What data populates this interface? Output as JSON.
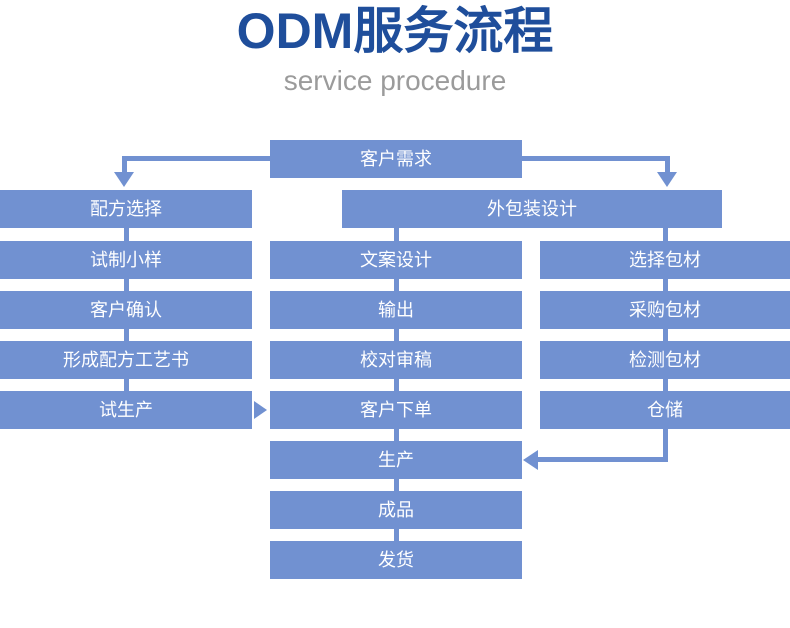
{
  "header": {
    "title": "ODM服务流程",
    "subtitle": "service procedure",
    "title_color": "#1F4E9B",
    "subtitle_color": "#9B9B9B"
  },
  "theme": {
    "box_fill": "#7191D1",
    "box_text": "#FFFFFF",
    "connector": "#7191D1",
    "background": "#FFFFFF"
  },
  "flow": {
    "root": {
      "label": "客户需求"
    },
    "columns": {
      "left": {
        "head": {
          "label": "配方选择"
        },
        "steps": [
          {
            "label": "试制小样"
          },
          {
            "label": "客户确认"
          },
          {
            "label": "形成配方工艺书"
          },
          {
            "label": "试生产"
          }
        ]
      },
      "middle": {
        "head": {
          "label": "外包装设计"
        },
        "steps": [
          {
            "label": "文案设计"
          },
          {
            "label": "输出"
          },
          {
            "label": "校对审稿"
          },
          {
            "label": "客户下单"
          }
        ]
      },
      "right": {
        "steps": [
          {
            "label": "选择包材"
          },
          {
            "label": "采购包材"
          },
          {
            "label": "检测包材"
          },
          {
            "label": "仓储"
          }
        ]
      }
    },
    "tail": [
      {
        "label": "生产"
      },
      {
        "label": "成品"
      },
      {
        "label": "发货"
      }
    ]
  }
}
